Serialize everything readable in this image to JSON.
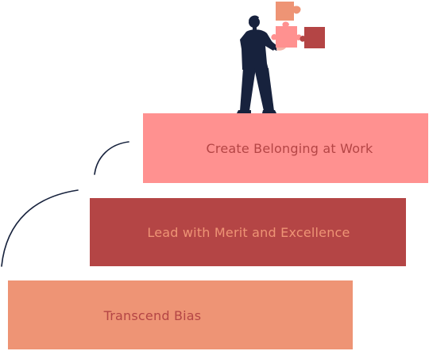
{
  "steps": [
    {
      "id": "top",
      "label": "Create Belonging at Work",
      "fill": "#FF9190",
      "text_color": "#B44545"
    },
    {
      "id": "mid",
      "label": "Lead with Merit and Excellence",
      "fill": "#B44545",
      "text_color": "#EE9475"
    },
    {
      "id": "bottom",
      "label": "Transcend Bias",
      "fill": "#EE9475",
      "text_color": "#B44545"
    }
  ],
  "colors": {
    "figure": "#17223D",
    "skin": "#F5B5A8",
    "puzzle_orange": "#EE9475",
    "puzzle_pink": "#FF9190",
    "puzzle_red": "#B44545",
    "connector": "#17223D"
  },
  "icons": {
    "person": "person-holding-puzzle-icon",
    "puzzle_pieces": [
      "puzzle-piece-orange-icon",
      "puzzle-piece-pink-icon",
      "puzzle-piece-red-icon"
    ]
  }
}
